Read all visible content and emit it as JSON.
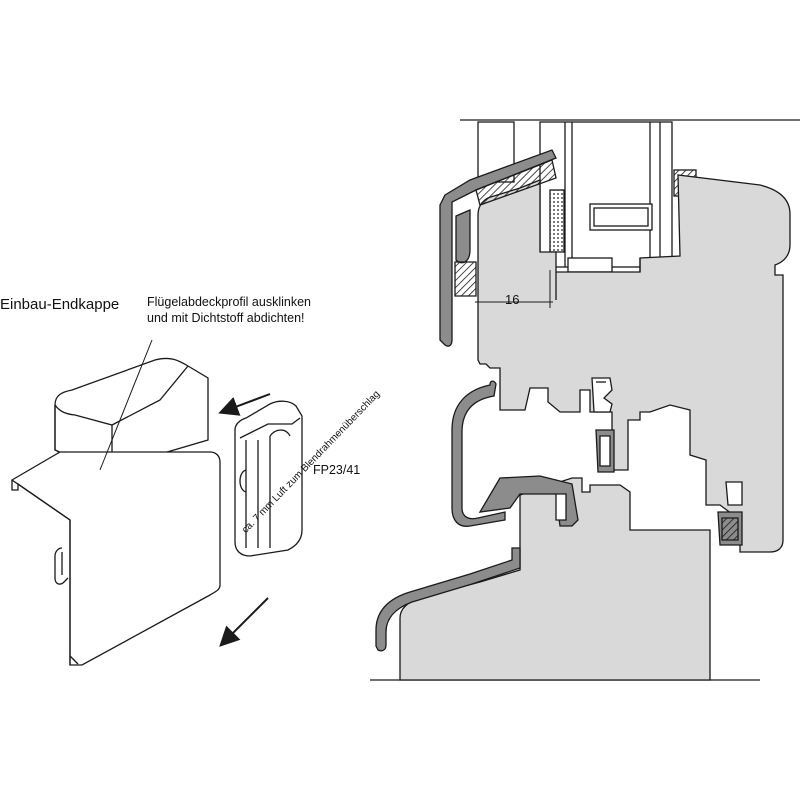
{
  "labels": {
    "title": "Einbau-Endkappe",
    "instruction_line1": "Flügelabdeckprofil ausklinken",
    "instruction_line2": "und mit Dichtstoff abdichten!",
    "part_code": "FP23/41",
    "dimension": "16",
    "clearance_note": "ca. 7 mm Luft zum Blendrahmenüberschlag"
  },
  "colors": {
    "line": "#1a1a1a",
    "section_fill": "#d9d9d9",
    "profile_fill": "#8c8c8c",
    "background": "#ffffff"
  }
}
